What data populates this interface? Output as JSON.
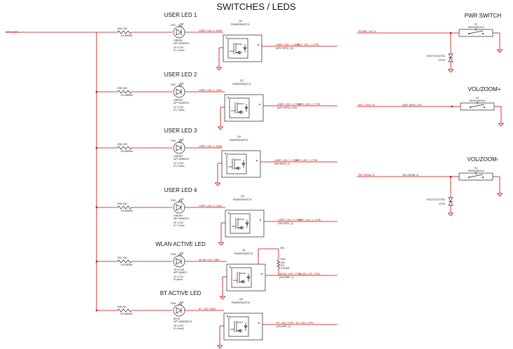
{
  "title": "SWITCHES / LEDS",
  "power_net": "VPH_PWR",
  "led_channels": [
    {
      "header": "USER LED 1",
      "resistor": "R64",
      "res_value": "330",
      "res_tol": "1%,0805W",
      "diode": "DS1",
      "color": "GREEN",
      "part": "APT1608SGC",
      "vf": "VF=2.3V",
      "if": "IF=7.0mA",
      "net": "USER_LED_1_SINK",
      "fet": "Q2",
      "fet_part": "RUM003N02T2L",
      "ctrl_net": "USER_LED_1_CTRL",
      "gpio": "(APC GPIO_11)",
      "ctrl_out": "USER_LED_1_CTRL"
    },
    {
      "header": "USER LED 2",
      "resistor": "R65",
      "res_value": "330",
      "res_tol": "1%,0805W",
      "diode": "DS2",
      "color": "GREEN",
      "part": "APT1608SGC",
      "vf": "VF=2.3V",
      "if": "IF=7.0mA",
      "net": "USER_LED_2_SINK",
      "fet": "Q3",
      "fet_part": "RUM003N02T2L",
      "ctrl_net": "USER_LED_2_CTRL",
      "gpio": "(APC GPIO_129)",
      "ctrl_out": "USER_LED_2_CTRL"
    },
    {
      "header": "USER LED 3",
      "resistor": "R66",
      "res_value": "330",
      "res_tol": "1%,0805W",
      "diode": "DS3",
      "color": "GREEN",
      "part": "APT1608SGC",
      "vf": "VF=2.3V",
      "if": "IF=7.0mA",
      "net": "USER_LED_3_SINK",
      "fet": "Q4",
      "fet_part": "RUM003N02T2L",
      "ctrl_net": "USER_LED_3_CTRL",
      "gpio": "(PM GPIO_2)",
      "ctrl_out": "USER_LED_3_CTRL"
    },
    {
      "header": "USER LED 4",
      "resistor": "R68",
      "res_value": "330",
      "res_tol": "1%,0805W",
      "diode": "DS4",
      "color": "GREEN",
      "part": "APT1608SGC",
      "vf": "VF=2.3V",
      "if": "IF=7.0mA",
      "net": "USER_LED_4_SINK",
      "fet": "Q5",
      "fet_part": "RUM003N02T2L",
      "ctrl_net": "USER_LED_4_CTRL",
      "gpio": "(PM GPIO_3)",
      "ctrl_out": "USER_LED_4_CTRL"
    },
    {
      "header": "WLAN ACTIVE LED",
      "resistor": "R67",
      "res_value": "330",
      "res_tol": "1%,0805W",
      "diode": "DS5",
      "color": "YELLOW",
      "part": "APT1608YC",
      "vf": "VF=2.1V",
      "if": "IF=8mA",
      "net": "WLAN_LED_SINK",
      "fet": "Q1",
      "fet_part": "RUM003N02T2L",
      "ctrl_net": "WLAN_LED_CTRL",
      "gpio": "(PM MPP_1)",
      "ctrl_out": "WLAN_LED_CTRL",
      "pull": {
        "ref": "DNI",
        "resistor": "R53",
        "value": "10K",
        "tol": "5%",
        "pkg": "0.063W"
      }
    },
    {
      "header": "BT ACTIVE LED",
      "resistor": "R69",
      "res_value": "68",
      "res_tol": "5%,0805W",
      "diode": "DS6",
      "color": "BLUE",
      "part": "APT1608QBC/D",
      "vf": "VF=3.3V",
      "if": "IF=10mA",
      "net": "BT_LED_SINK",
      "fet": "Q6",
      "fet_part": "RUM003N02T2L",
      "ctrl_net": "BT_LED_CTRL",
      "gpio": "(PM MPP_2)",
      "ctrl_out": "BT_LED_CTRL"
    }
  ],
  "switches": [
    {
      "header": "PWR SWITCH",
      "ref": "S2",
      "part": "SKRKAHE010",
      "net": "PHONE_ON_N",
      "tvs": {
        "part": "ESD7C5.0DT5G",
        "ref": "CR15"
      }
    },
    {
      "header": "VOL/ZOOM+",
      "ref": "S3",
      "part": "SKRKAHE010",
      "net": "KEY_VOLP_N",
      "net_tag": "(APC GPIO_107)"
    },
    {
      "header": "VOL/ZOOM-",
      "ref": "S4",
      "part": "SKRKAHE010",
      "net": "PM_RESIN_N",
      "net_tag": "PM_RESIN_N",
      "tvs": {
        "part": "ESD7C5.0DT5G",
        "ref": "CR16"
      }
    }
  ],
  "colors": {
    "wire": "#cc0000",
    "ink": "#222222",
    "background": "#ffffff"
  }
}
